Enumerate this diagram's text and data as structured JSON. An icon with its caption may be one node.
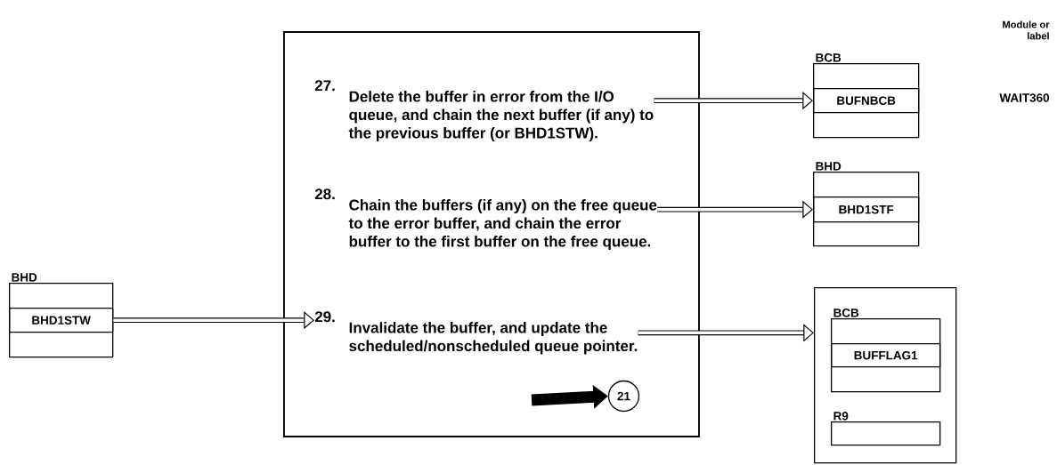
{
  "diagram": {
    "nodes": [
      {
        "text": [],
        "shape": "box"
      },
      {
        "text": [
          "27.",
          "Delete the buffer in error from the I/O queue, and chain the next buffer (if any) to the previous buffer (or BHD1STW)."
        ],
        "in": 0
      },
      {
        "text": [
          "28.",
          "Chain the buffers (if any) on the free queue to the error buffer, and chain the error buffer to the first buffer on the free queue."
        ],
        "in": 0
      },
      {
        "text": [
          "29.",
          "Invalidate the buffer, and update the scheduled/nonscheduled queue pointer."
        ],
        "in": 0
      },
      {
        "text": [
          "21"
        ],
        "in": 0
      },
      {
        "text": [
          "BHD"
        ]
      },
      {
        "text": [
          "BHD1STW"
        ],
        "in": 5
      },
      {
        "text": [
          "BCB"
        ]
      },
      {
        "text": [
          "BUFNBCB"
        ],
        "in": 7
      },
      {
        "text": [
          "BHD"
        ]
      },
      {
        "text": [
          "BHD1STF"
        ],
        "in": 9
      },
      {
        "text": [],
        "shape": "box"
      },
      {
        "text": [
          "BCB"
        ],
        "in": 11
      },
      {
        "text": [
          "BUFFLAG1"
        ],
        "in": 12
      },
      {
        "text": [
          "R9"
        ],
        "in": 11
      }
    ],
    "edges": [
      {
        "from": 6,
        "to": 3,
        "arrow": "to"
      },
      {
        "from": 1,
        "to": 8,
        "arrow": "to"
      },
      {
        "from": 2,
        "to": 10,
        "arrow": "to"
      },
      {
        "from": 3,
        "to": 11,
        "arrow": "to"
      },
      {
        "from": null,
        "to": 4,
        "arrow": "to",
        "style": "thick"
      }
    ],
    "labels": [
      "Module or label",
      "WAIT360"
    ]
  }
}
